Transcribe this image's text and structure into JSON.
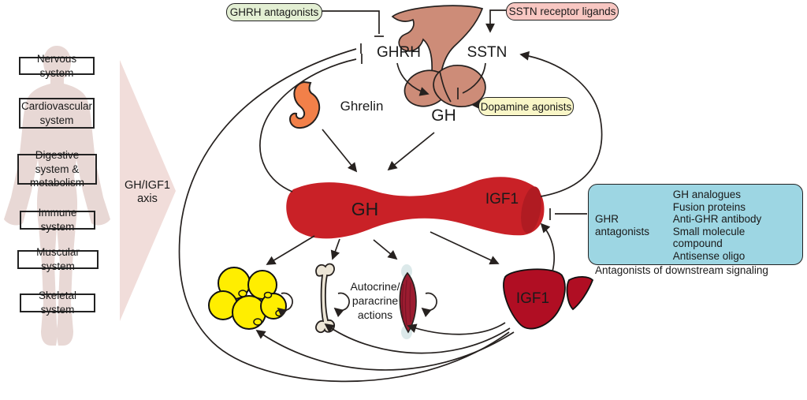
{
  "systems": [
    {
      "label": "Nervous system"
    },
    {
      "label": "Cardiovascular system"
    },
    {
      "label": "Digestive system & metabolism"
    },
    {
      "label": "Immune system"
    },
    {
      "label": "Muscular system"
    },
    {
      "label": "Skeletal system"
    }
  ],
  "axis_arrow": {
    "label": "GH/IGF1 axis"
  },
  "hormones": {
    "ghrh": "GHRH",
    "sstn": "SSTN",
    "gh_pituitary": "GH",
    "ghrelin": "Ghrelin",
    "gh_circulating": "GH",
    "igf1_circulating": "IGF1",
    "igf1_liver": "IGF1"
  },
  "interventions": {
    "ghrh_antagonists": "GHRH antagonists",
    "sstn_receptor_ligands": "SSTN receptor ligands",
    "dopamine_agonists": "Dopamine agonists",
    "ghr_box": {
      "label": "GHR antagonists",
      "items": [
        "GH analogues",
        "Fusion proteins",
        "Anti-GHR antibody",
        "Small molecule compound",
        "Antisense oligo"
      ],
      "footer": "Antagonists of downstream signaling"
    }
  },
  "annotations": {
    "autocrine": "Autocrine/ paracrine actions"
  },
  "organ_icons": [
    "body-silhouette-icon",
    "hypothalamus-pituitary-icon",
    "stomach-icon",
    "blood-vessel-icon",
    "fat-cells-icon",
    "bone-icon",
    "muscle-icon",
    "liver-icon"
  ],
  "colors": {
    "green_box_bg": "#e3efd3",
    "pink_box_bg": "#f8c7c2",
    "yellow_box_bg": "#f9f6c7",
    "blue_box_bg": "#9dd6e3",
    "brain": "#cd8c78",
    "stomach": "#f28049",
    "vessel_red": "#c92127",
    "liver_red": "#b00e23",
    "muscle_red": "#9b1c30",
    "fat_yellow": "#ffee00",
    "bone_cream": "#ece5d6",
    "silhouette_pink": "#e8d8d5",
    "axis_triangle_pink": "#f1ddda",
    "line_black": "#26211f"
  }
}
